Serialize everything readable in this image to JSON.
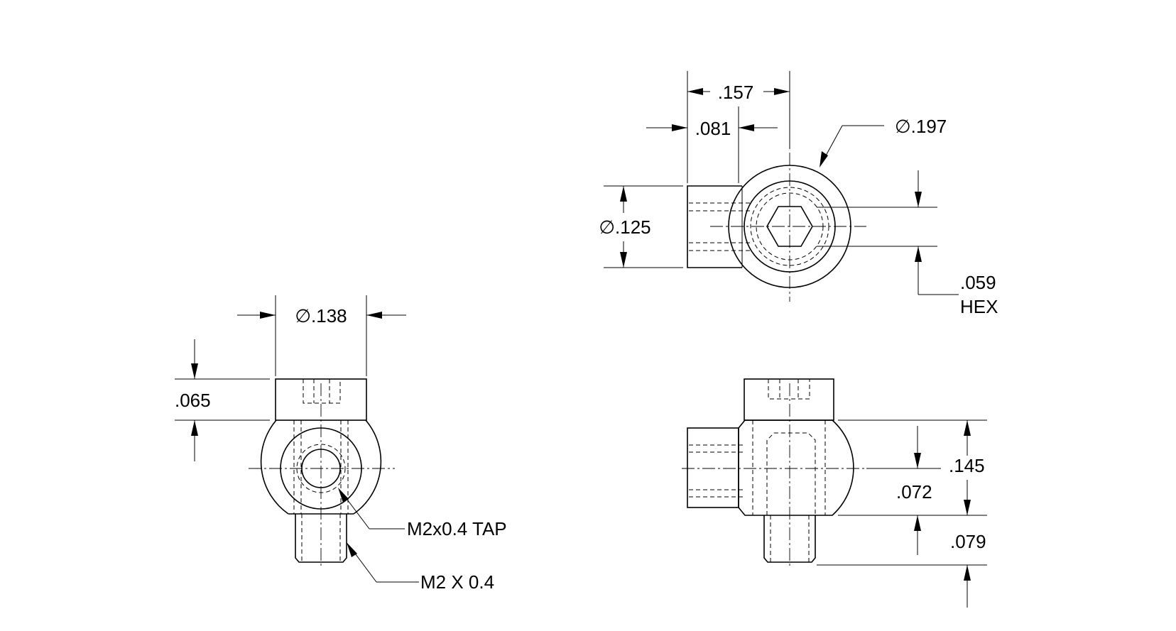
{
  "drawing": {
    "top_view": {
      "width_overall": ".157",
      "width_stem": ".081",
      "diameter_body": "∅.197",
      "diameter_stem": "∅.125",
      "hex_size": ".059",
      "hex_label": "HEX"
    },
    "front_view": {
      "diameter_screw": "∅.138",
      "head_height": ".065",
      "tap_callout": "M2x0.4 TAP",
      "thread_callout": "M2 X 0.4"
    },
    "side_view": {
      "height_body": ".145",
      "center_height": ".072",
      "thread_length": ".079"
    }
  }
}
